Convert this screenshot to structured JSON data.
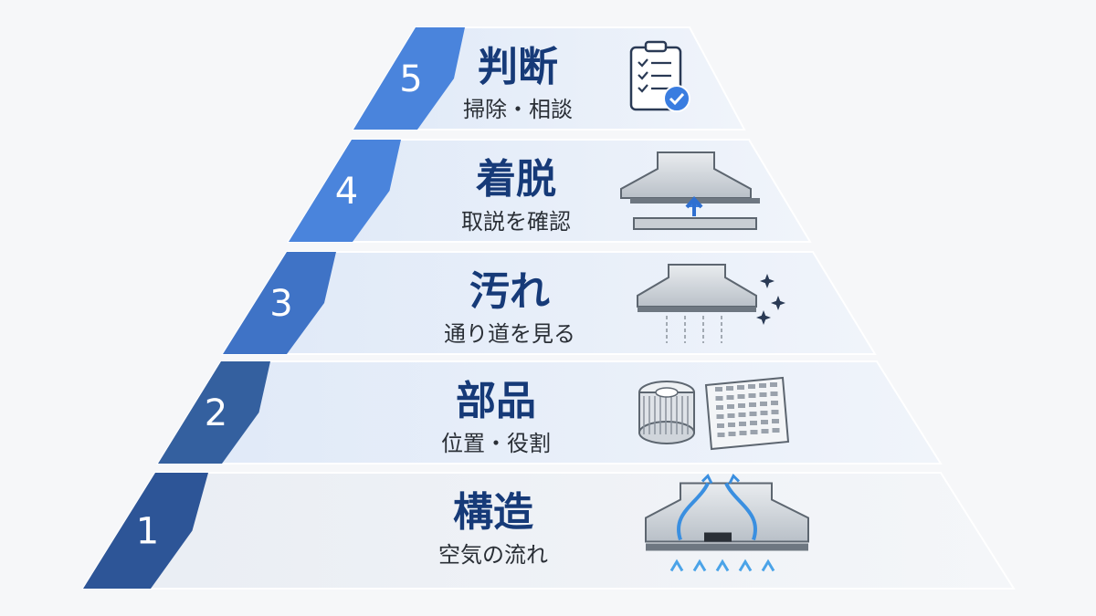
{
  "colors": {
    "background": "#f6f7f9",
    "tier_fill_light": "#eef3fb",
    "tier_fill_mid": "#dde8f7",
    "tier_stroke": "#ffffff",
    "badge_dark": "#2d5da8",
    "badge_light": "#4a84dc",
    "title": "#163a78",
    "subtitle": "#2a2f36",
    "accent_blue": "#3a7de0",
    "icon_gray": "#8a929c"
  },
  "pyramid": {
    "levels": [
      {
        "number": "5",
        "title": "判断",
        "subtitle": "掃除・相談",
        "icon": "clipboard-check-icon"
      },
      {
        "number": "4",
        "title": "着脱",
        "subtitle": "取説を確認",
        "icon": "range-hood-removal-icon"
      },
      {
        "number": "3",
        "title": "汚れ",
        "subtitle": "通り道を見る",
        "icon": "range-hood-dirt-flow-icon"
      },
      {
        "number": "2",
        "title": "部品",
        "subtitle": "位置・役割",
        "icon": "fan-and-filter-icon"
      },
      {
        "number": "1",
        "title": "構造",
        "subtitle": "空気の流れ",
        "icon": "range-hood-airflow-icon"
      }
    ]
  }
}
